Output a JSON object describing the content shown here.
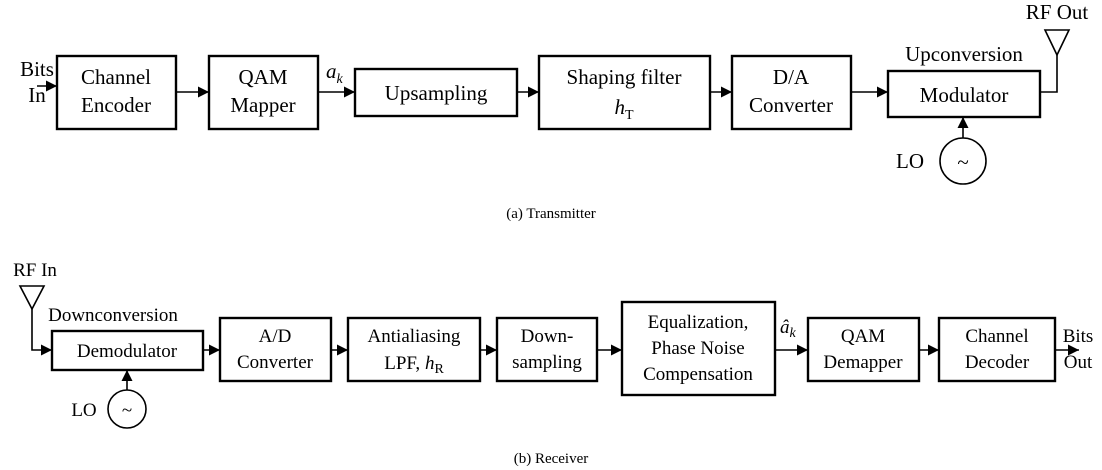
{
  "transmitter": {
    "input_label": [
      "Bits",
      "In"
    ],
    "output_label": "RF Out",
    "symbol_label": "a",
    "symbol_subscript": "k",
    "upconversion_label": "Upconversion",
    "lo_label": "LO",
    "oscillator_symbol": "~",
    "blocks": {
      "channel_encoder": [
        "Channel",
        "Encoder"
      ],
      "qam_mapper": [
        "QAM",
        "Mapper"
      ],
      "upsampling": [
        "Upsampling"
      ],
      "shaping_filter": [
        "Shaping filter"
      ],
      "shaping_filter_symbol": "h",
      "shaping_filter_subscript": "T",
      "da_converter": [
        "D/A",
        "Converter"
      ],
      "modulator": [
        "Modulator"
      ]
    },
    "caption": "(a) Transmitter"
  },
  "receiver": {
    "input_label": "RF In",
    "output_label": [
      "Bits",
      "Out"
    ],
    "downconversion_label": "Downconversion",
    "lo_label": "LO",
    "oscillator_symbol": "~",
    "symbol_label": "â",
    "symbol_subscript": "k",
    "blocks": {
      "demodulator": [
        "Demodulator"
      ],
      "ad_converter": [
        "A/D",
        "Converter"
      ],
      "antialiasing": [
        "Antialiasing"
      ],
      "antialiasing_lpf": "LPF, ",
      "antialiasing_symbol": "h",
      "antialiasing_subscript": "R",
      "downsampling": [
        "Down-",
        "sampling"
      ],
      "equalization": [
        "Equalization,",
        "Phase Noise",
        "Compensation"
      ],
      "qam_demapper": [
        "QAM",
        "Demapper"
      ],
      "channel_decoder": [
        "Channel",
        "Decoder"
      ]
    },
    "caption": "(b) Receiver"
  }
}
